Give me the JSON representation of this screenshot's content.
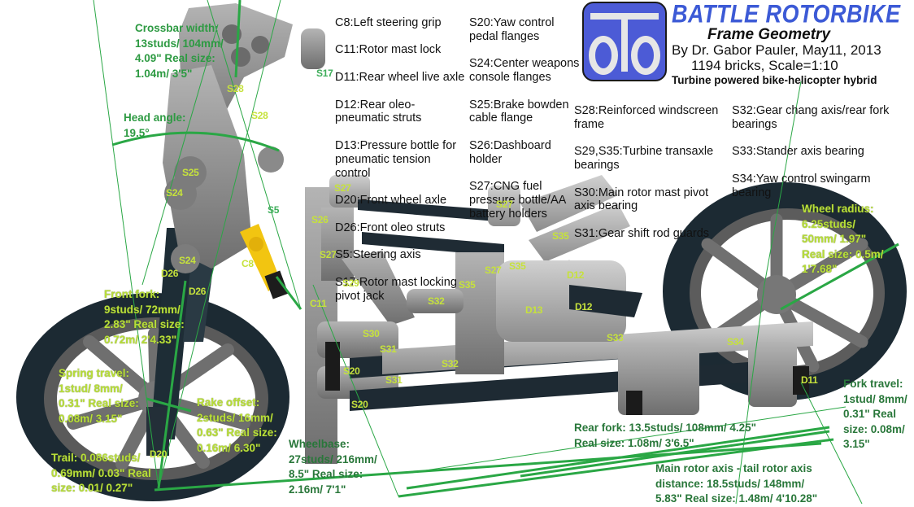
{
  "title": {
    "main": "BATTLE ROTORBIKE",
    "subtitle": "Frame Geometry",
    "author_date": "By Dr. Gabor Pauler, May11, 2013",
    "bricks_scale": "1194 bricks, Scale=1:10",
    "tagline": "Turbine powered bike-helicopter hybrid"
  },
  "logo": {
    "icon": "oto-logo-icon",
    "background_color": "#4c5bd6",
    "glyph_color": "#e6e6e6"
  },
  "colors": {
    "measure_green": "#2d9a42",
    "label_lime": "#c6e23c",
    "title_blue": "#3c5ad6",
    "tire_dark": "#1c2a33",
    "part_gray": "#8a8a8a",
    "part_yellow": "#f2c511"
  },
  "legend": {
    "col1": [
      "C8:Left steering grip",
      "C11:Rotor mast lock",
      "D11:Rear wheel live axle",
      "D12:Rear oleo-\npneumatic struts",
      "D13:Pressure bottle for\npneumatic tension\ncontrol",
      "D20:Front wheel axle",
      "D26:Front oleo struts",
      "S5:Steering axis",
      "S17:Rotor mast locking\n      pivot jack"
    ],
    "col2": [
      "S20:Yaw control\npedal flanges",
      "S24:Center weapons\nconsole flanges",
      "S25:Brake bowden\ncable flange",
      "S26:Dashboard\nholder",
      "S27:CNG fuel\npressure bottle/AA\nbattery holders"
    ],
    "col3": [
      "S28:Reinforced windscreen\nframe",
      "S29,S35:Turbine transaxle\nbearings",
      "S30:Main rotor mast pivot\naxis bearing",
      "S31:Gear shift rod guards"
    ],
    "col4": [
      "S32:Gear chang axis/rear fork\nbearings",
      "S33:Stander axis bearing",
      "S34:Yaw control swingarm\nbearing"
    ]
  },
  "measurements": {
    "crossbar": "Crossbar width:\n13studs/ 104mm/\n4.09\" Real size:\n1.04m/ 3'5\"",
    "head_angle": "Head angle:\n19.5°",
    "front_fork": "Front fork:\n9studs/ 72mm/\n2.83\" Real size:\n0.72m/ 2'4.33\"",
    "spring_travel": "Spring travel:\n1stud/ 8mm/\n0.31\" Real size:\n0.08m/ 3.15\"",
    "rake_offset": "Rake offset:\n2studs/ 16mm/\n0.63\" Real size:\n0.16m/ 6.30\"",
    "trail": "Trail: 0.086studs/\n0.69mm/ 0.03\" Real\nsize: 0.01/ 0.27\"",
    "wheelbase": "Wheelbase:\n27studs/ 216mm/\n8.5\" Real size:\n2.16m/ 7'1\"",
    "wheel_radius": "Wheel radius:\n6.25studs/\n50mm/ 1.97\"\nReal size: 0.5m/\n1'7.68\"",
    "rear_fork": "Rear fork: 13.5studs/ 108mm/ 4.25\"\nReal size: 1.08m/ 3'6.5\"",
    "fork_travel": "Fork travel:\n1stud/ 8mm/\n0.31\" Real\nsize: 0.08m/\n3.15\"",
    "rotor_distance": "Main rotor axis - tail rotor axis\ndistance: 18.5studs/ 148mm/\n5.83\" Real size: 1.48m/ 4'10.28\""
  },
  "part_labels": [
    {
      "id": "S28a",
      "text": "S28"
    },
    {
      "id": "S28b",
      "text": "S28"
    },
    {
      "id": "S17",
      "text": "S17"
    },
    {
      "id": "S25",
      "text": "S25"
    },
    {
      "id": "S24a",
      "text": "S24"
    },
    {
      "id": "S24b",
      "text": "S24"
    },
    {
      "id": "S5",
      "text": "S5"
    },
    {
      "id": "C8",
      "text": "C8"
    },
    {
      "id": "D26a",
      "text": "D26"
    },
    {
      "id": "D26b",
      "text": "D26"
    },
    {
      "id": "S27a",
      "text": "S27"
    },
    {
      "id": "S26",
      "text": "S26"
    },
    {
      "id": "S27b",
      "text": "S27"
    },
    {
      "id": "S29",
      "text": "S29"
    },
    {
      "id": "C11",
      "text": "C11"
    },
    {
      "id": "S27c",
      "text": "S27"
    },
    {
      "id": "S35a",
      "text": "S35"
    },
    {
      "id": "S27d",
      "text": "S27"
    },
    {
      "id": "S35b",
      "text": "S35"
    },
    {
      "id": "D12a",
      "text": "D12"
    },
    {
      "id": "S35c",
      "text": "S35"
    },
    {
      "id": "D13",
      "text": "D13"
    },
    {
      "id": "D12b",
      "text": "D12"
    },
    {
      "id": "S32a",
      "text": "S32"
    },
    {
      "id": "S33",
      "text": "S33"
    },
    {
      "id": "S30",
      "text": "S30"
    },
    {
      "id": "S31a",
      "text": "S31"
    },
    {
      "id": "S31b",
      "text": "S31"
    },
    {
      "id": "S32b",
      "text": "S32"
    },
    {
      "id": "S20a",
      "text": "S20"
    },
    {
      "id": "S20b",
      "text": "S20"
    },
    {
      "id": "S34",
      "text": "S34"
    },
    {
      "id": "D11",
      "text": "D11"
    },
    {
      "id": "D20",
      "text": "D20"
    }
  ]
}
